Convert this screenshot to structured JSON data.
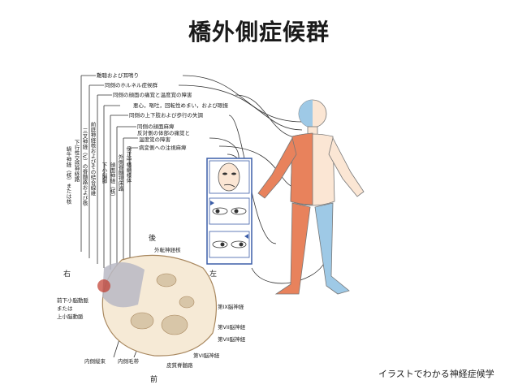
{
  "slide": {
    "title": "橋外側症候群",
    "credit": "イラストでわかる神経症候学"
  },
  "diagram": {
    "top_labels": [
      "難聴および耳鳴り",
      "同側のホルネル症候群",
      "同側の顔面の痛覚と温度覚の障害",
      "悪心，嘔吐，回転性めまい，および眼振",
      "同側の上下肢および歩行の失調",
      "同側の顔面麻痺",
      "反対側の体部の痛覚と",
      "温度覚の障害",
      "病変側への注視麻痺"
    ],
    "vertical_labels": [
      "蝸牛神経（核）または核",
      "下行性交感神経路",
      "三叉神経（V）の脊髄路および核",
      "前庭神経核およびその結合線維",
      "下小脳脚",
      "顔面神経（核）",
      "外側脊髄視床路",
      "傍正中橋網様体"
    ],
    "orientation": {
      "posterior": "後",
      "anterior": "前",
      "right": "右",
      "left": "左"
    },
    "section_labels": {
      "abducens_nucleus": "外転神経核",
      "aica": [
        "前下小脳動脈",
        "または",
        "上小脳動脈"
      ],
      "medial_longitudinal": "内側縦束",
      "medial_lemniscus": "内側毛帯",
      "corticospinal": "皮質脊髄路",
      "cn9": "第IX脳神経",
      "cn8": "第VII脳神経",
      "cn7": "第VII脳神経",
      "cn6": "第VI脳神経"
    },
    "colors": {
      "affected_ipsilateral": "#9ec9e6",
      "affected_contralateral": "#e8825c",
      "body": "#fbe6d4",
      "lesion": "#b8b8c4"
    }
  }
}
